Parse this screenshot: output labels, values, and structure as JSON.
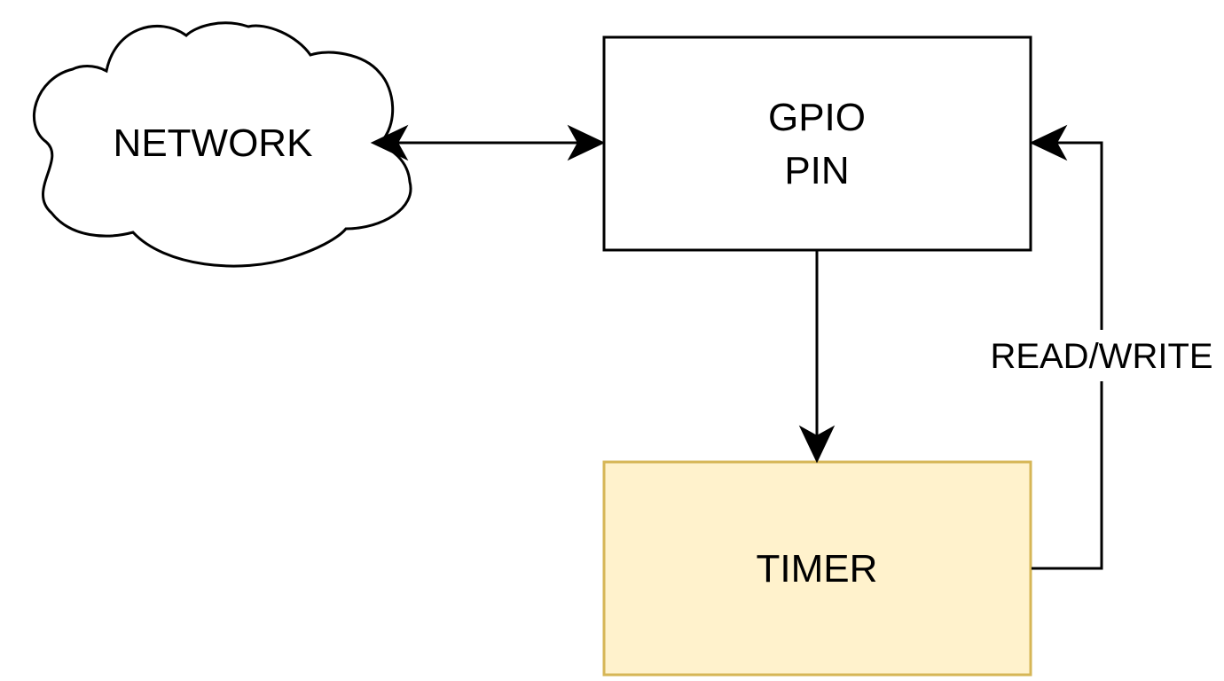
{
  "nodes": {
    "network": {
      "label": "NETWORK",
      "shape": "cloud",
      "fill": "#ffffff",
      "stroke": "#000000"
    },
    "gpio": {
      "line1": "GPIO",
      "line2": "PIN",
      "shape": "rectangle",
      "fill": "#ffffff",
      "stroke": "#000000"
    },
    "timer": {
      "label": "TIMER",
      "shape": "rectangle",
      "fill": "#fff2cc",
      "stroke": "#d6b656"
    }
  },
  "edges": {
    "network_gpio": {
      "from": "network",
      "to": "gpio",
      "direction": "bidirectional",
      "label": ""
    },
    "gpio_timer": {
      "from": "gpio",
      "to": "timer",
      "direction": "forward",
      "label": ""
    },
    "timer_gpio": {
      "from": "timer",
      "to": "gpio",
      "direction": "forward",
      "label": "READ/WRITE"
    }
  }
}
